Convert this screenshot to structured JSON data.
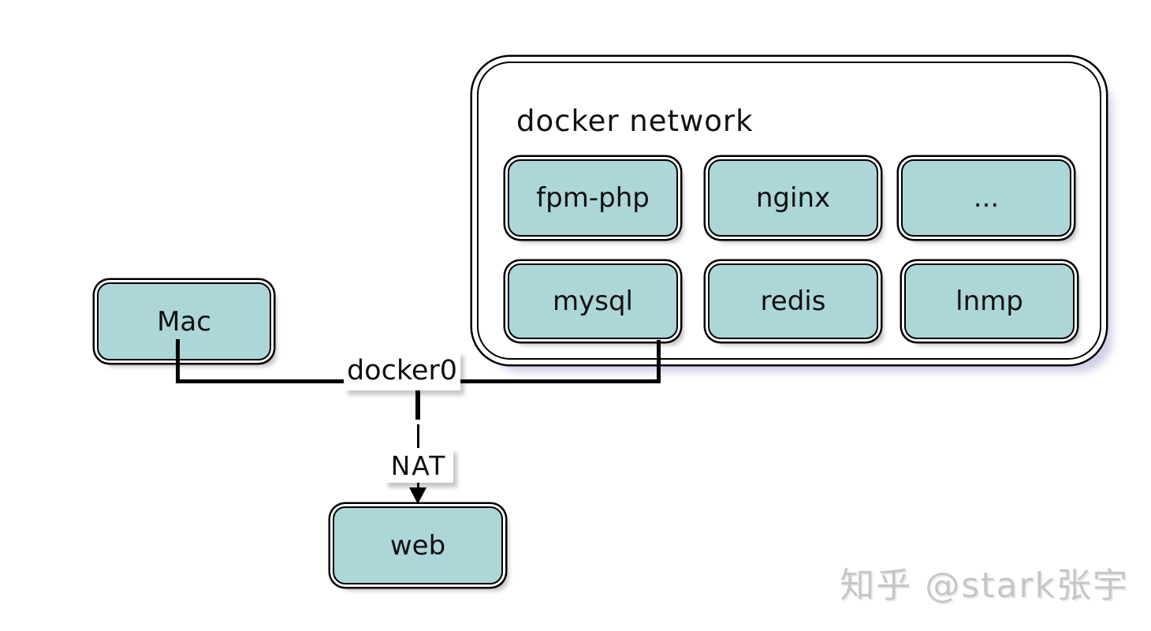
{
  "diagram": {
    "network": {
      "title": "docker network",
      "containers": [
        {
          "label": "fpm-php"
        },
        {
          "label": "nginx"
        },
        {
          "label": "..."
        },
        {
          "label": "mysql"
        },
        {
          "label": "redis"
        },
        {
          "label": "lnmp"
        }
      ]
    },
    "host_node": {
      "label": "Mac"
    },
    "web_node": {
      "label": "web"
    },
    "edge_labels": {
      "bridge": "docker0",
      "nat": "NAT"
    },
    "watermark": {
      "text": "知乎 @stark张宇"
    },
    "colors": {
      "node_fill": "#add6d9",
      "line": "#000000",
      "background": "#ffffff",
      "container_shadow": "#b4b4d2",
      "watermark_gray": "#c6c6c6"
    }
  }
}
